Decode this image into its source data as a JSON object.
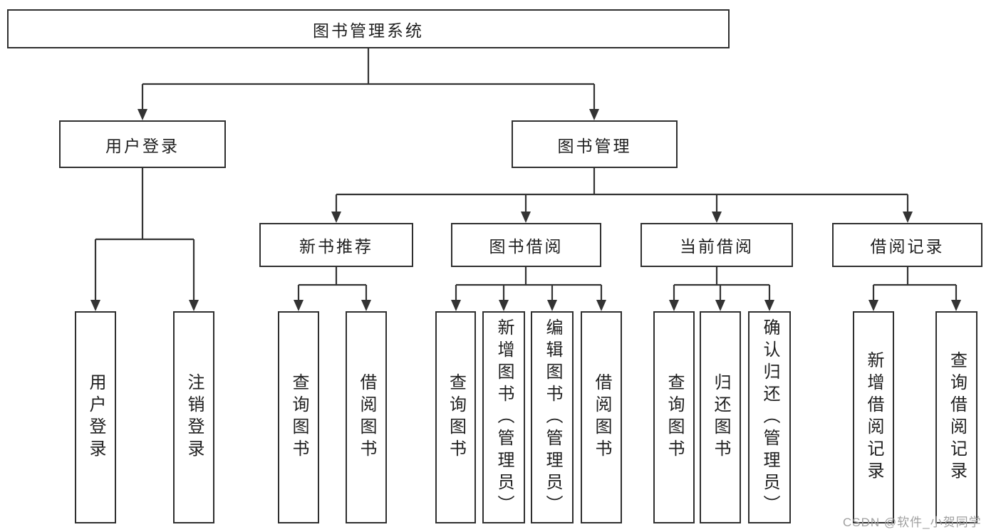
{
  "diagram": {
    "root": {
      "label": "图书管理系统",
      "children": [
        {
          "label": "用户登录",
          "children": [
            {
              "label": "用户登录"
            },
            {
              "label": "注销登录"
            }
          ]
        },
        {
          "label": "图书管理",
          "children": [
            {
              "label": "新书推荐",
              "children": [
                {
                  "label": "查询图书"
                },
                {
                  "label": "借阅图书"
                }
              ]
            },
            {
              "label": "图书借阅",
              "children": [
                {
                  "label": "查询图书"
                },
                {
                  "label": "新增图书（管理员）"
                },
                {
                  "label": "编辑图书（管理员）"
                },
                {
                  "label": "借阅图书"
                }
              ]
            },
            {
              "label": "当前借阅",
              "children": [
                {
                  "label": "查询图书"
                },
                {
                  "label": "归还图书"
                },
                {
                  "label": "确认归还（管理员）"
                }
              ]
            },
            {
              "label": "借阅记录",
              "children": [
                {
                  "label": "新增借阅记录"
                },
                {
                  "label": "查询借阅记录"
                }
              ]
            }
          ]
        }
      ]
    }
  },
  "watermark": {
    "text": "CSDN @软件_小贺同学"
  },
  "colors": {
    "line": "#333333",
    "box_border": "#2f2f2f",
    "text": "#1f1f1f",
    "watermark": "#a0a0a0",
    "background": "#ffffff"
  }
}
